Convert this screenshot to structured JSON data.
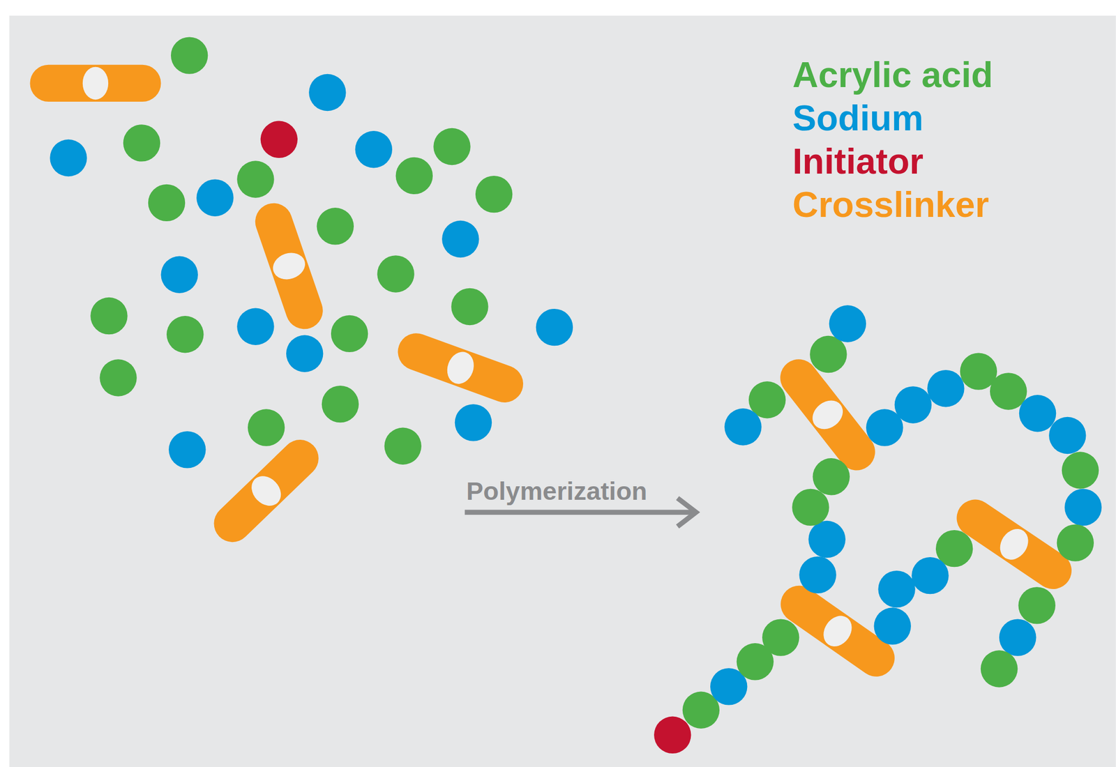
{
  "diagram": {
    "labels": [
      "Polymerization"
    ],
    "legend": [
      {
        "text": "Acrylic acid",
        "color": "#4cb047"
      },
      {
        "text": "Sodium",
        "color": "#0296d8"
      },
      {
        "text": "Initiator",
        "color": "#c4122f"
      },
      {
        "text": "Crosslinker",
        "color": "#f7981d"
      }
    ]
  }
}
